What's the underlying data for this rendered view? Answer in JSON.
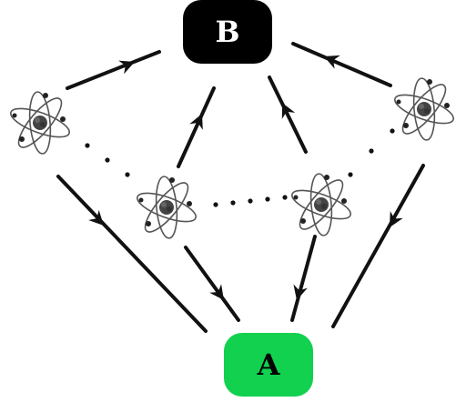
{
  "nodes": {
    "b": {
      "label": "B",
      "fill": "#000000",
      "text_color": "#ffffff"
    },
    "a": {
      "label": "A",
      "fill": "#11d14f",
      "text_color": "#000000"
    }
  },
  "atoms": [
    {
      "id": "atom-1",
      "icon": "atom-icon"
    },
    {
      "id": "atom-2",
      "icon": "atom-icon"
    },
    {
      "id": "atom-3",
      "icon": "atom-icon"
    },
    {
      "id": "atom-4",
      "icon": "atom-icon"
    }
  ],
  "colors": {
    "stroke": "#111111",
    "nucleus": "#444444",
    "orbit": "#555555"
  }
}
